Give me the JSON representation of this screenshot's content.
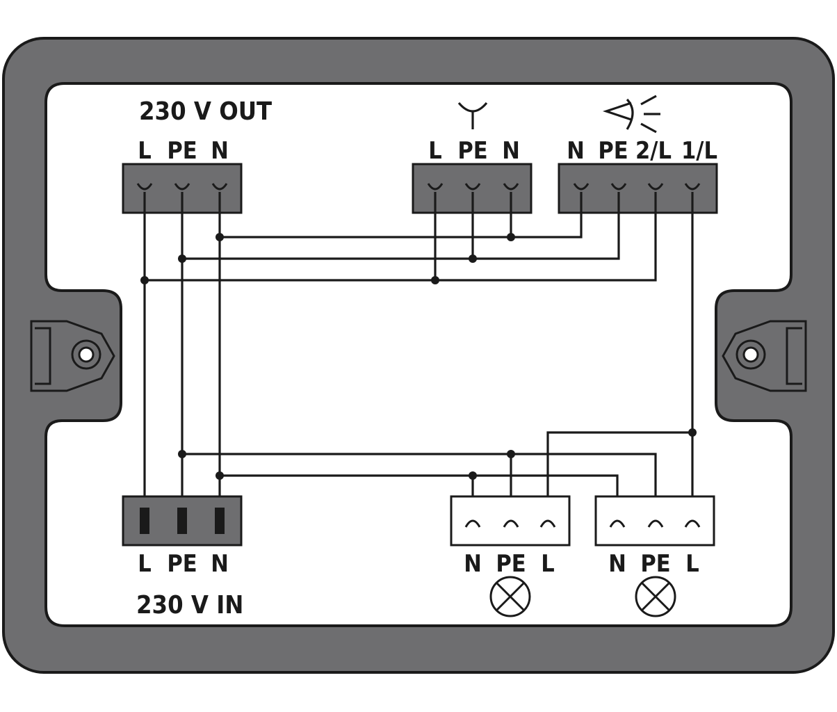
{
  "blocks": {
    "out": {
      "title": "230 V OUT",
      "terminals": [
        "L",
        "PE",
        "N"
      ]
    },
    "socket": {
      "symbol": "socket-icon",
      "terminals": [
        "L",
        "PE",
        "N"
      ]
    },
    "switch": {
      "symbol": "light-switch-icon",
      "terminals": [
        "N",
        "PE",
        "2/L",
        "1/L"
      ]
    },
    "in": {
      "title": "230 V IN",
      "terminals": [
        "L",
        "PE",
        "N"
      ]
    },
    "lamp1": {
      "symbol": "lamp-icon",
      "terminals": [
        "N",
        "PE",
        "L"
      ]
    },
    "lamp2": {
      "symbol": "lamp-icon",
      "terminals": [
        "N",
        "PE",
        "L"
      ]
    }
  },
  "colors": {
    "housing": "#6e6e70",
    "outline": "#1a1a1a",
    "connector": "#6e6e70",
    "background": "#ffffff"
  }
}
